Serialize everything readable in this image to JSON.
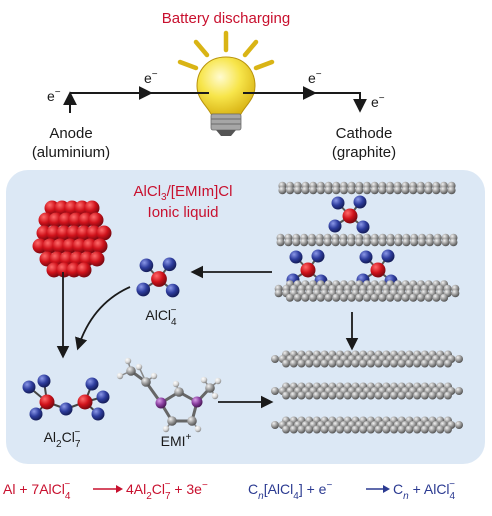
{
  "header": {
    "title": "Battery discharging"
  },
  "circuit": {
    "electron_left": "e",
    "electron_mid_left": "e",
    "electron_mid_right": "e",
    "electron_right": "e",
    "electron_sup": "−",
    "anode_label": "Anode",
    "anode_material": "(aluminium)",
    "cathode_label": "Cathode",
    "cathode_material": "(graphite)"
  },
  "electrolyte": {
    "name_prefix": "AlCl",
    "name_sub": "3",
    "name_suffix": "/[EMIm]Cl",
    "subtitle": "Ionic liquid"
  },
  "species": {
    "alcl4_base": "AlCl",
    "alcl4_sub": "4",
    "alcl4_sup": "−",
    "al2cl7_base1": "Al",
    "al2cl7_sub1": "2",
    "al2cl7_base2": "Cl",
    "al2cl7_sub2": "7",
    "al2cl7_sup": "−",
    "emi": "EMI",
    "emi_sup": "+"
  },
  "reactions": {
    "anode": {
      "p1": "Al + 7AlCl",
      "p1_sub": "4",
      "p1_sup": "−",
      "p2": "4Al",
      "p2_sub1": "2",
      "p2_mid": "Cl",
      "p2_sub2": "7",
      "p2_sup": "−",
      "p3": " + 3e",
      "p3_sup": "−"
    },
    "cathode": {
      "p1": "C",
      "p1_sub": "n",
      "p1_mid": "[AlCl",
      "p1_sub2": "4",
      "p1_end": "] + e",
      "p1_sup": "−",
      "p2": "C",
      "p2_sub": "n",
      "p2_mid": " + AlCl",
      "p2_sub2": "4",
      "p2_sup": "−"
    }
  },
  "colors": {
    "accent_red": "#c8102e",
    "accent_blue": "#2b3a91",
    "panel_bg": "#dce8f5",
    "bulb_yellow": "#f7e54a",
    "chlorine_blue": "#2e3d9e",
    "aluminium_red": "#d0121b",
    "carbon_grey": "#9a9a9a",
    "nitrogen_purple": "#8a3fa0"
  }
}
